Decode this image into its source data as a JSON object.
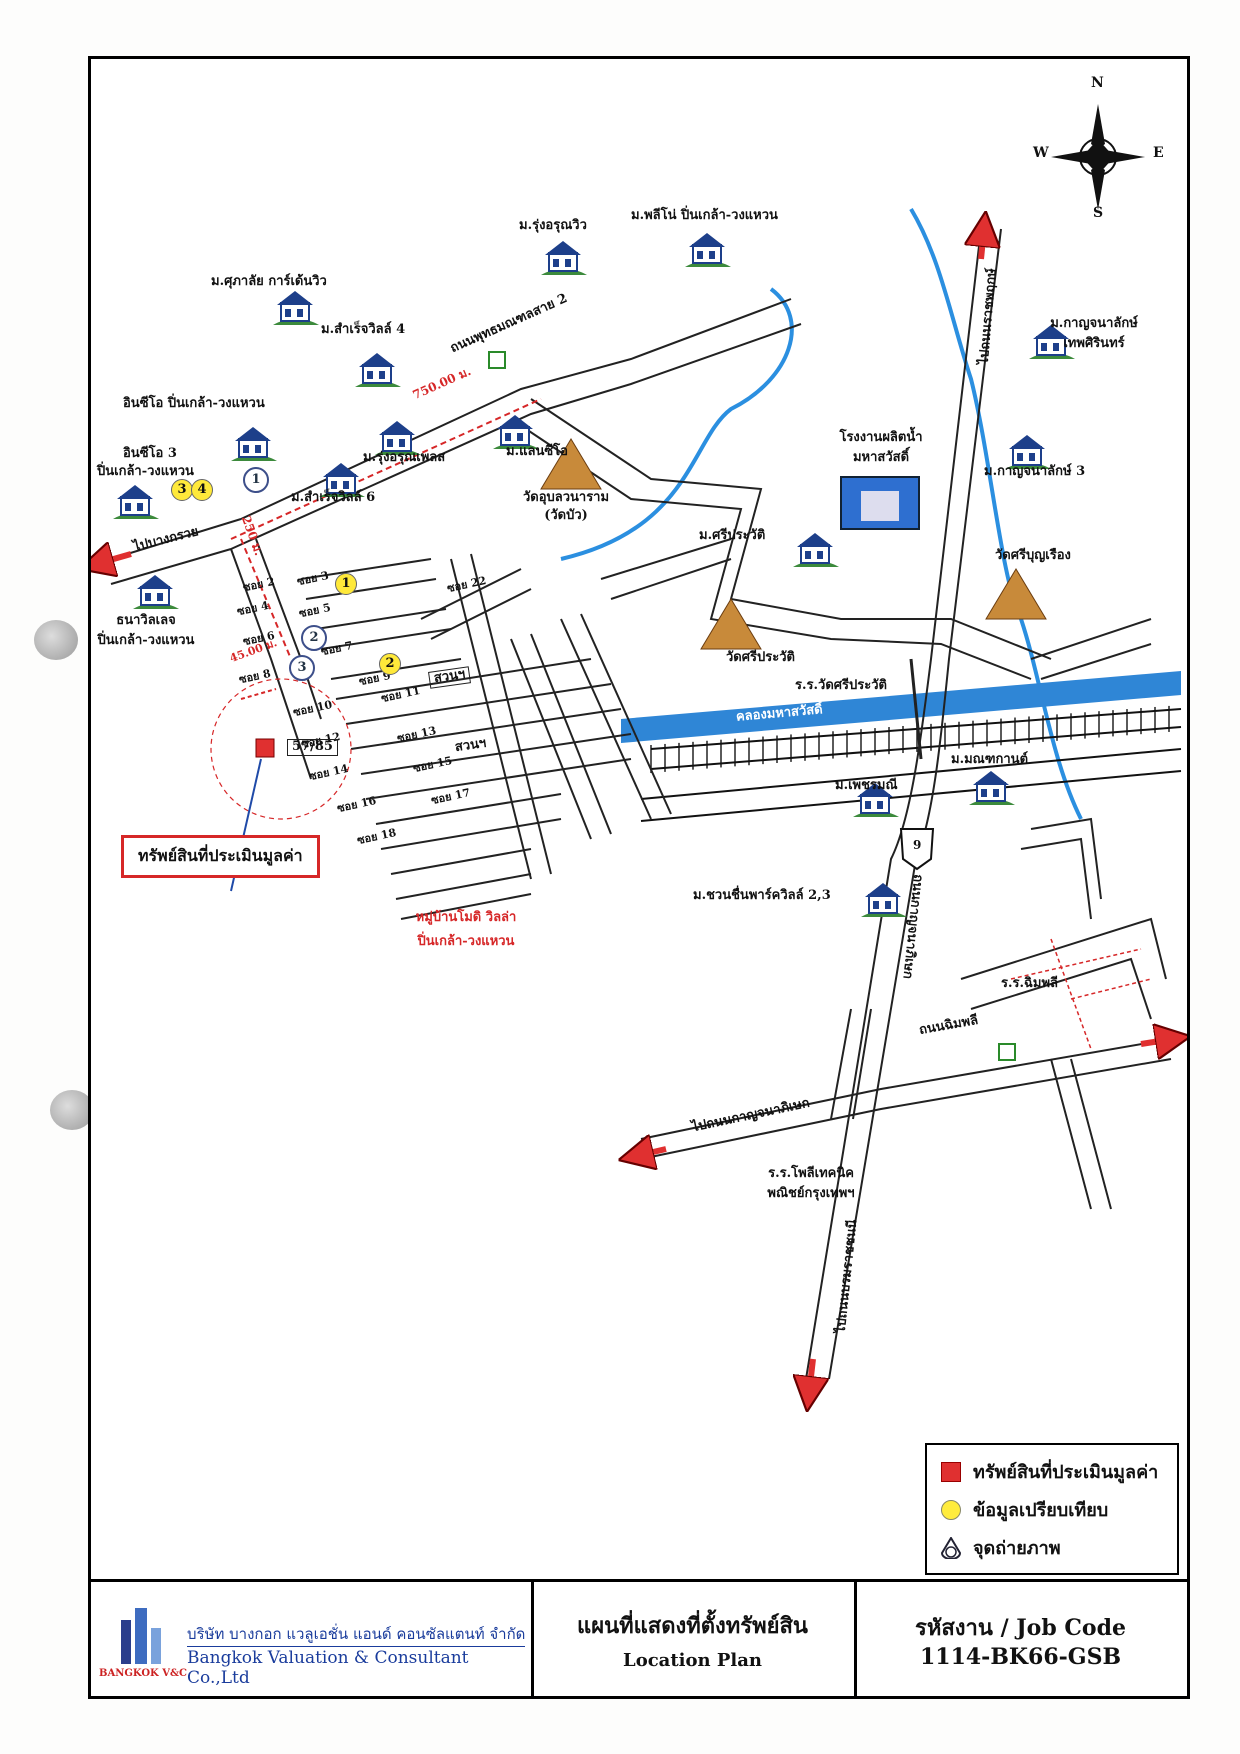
{
  "compass": {
    "n": "N",
    "s": "S",
    "e": "E",
    "w": "W"
  },
  "places": {
    "rung_arun_view": "ม.รุ่งอรุณวิว",
    "pleno": "ม.พลีโน่ ปิ่นเกล้า-วงแหวน",
    "supalai": "ม.ศุภาลัย การ์เด้นวิว",
    "samrej4": "ม.สำเร็จวิลล์ 4",
    "insiso": "อินซีโอ ปิ่นเกล้า-วงแหวน",
    "insiso3_a": "อินซีโอ 3",
    "insiso3_b": "ปิ่นเกล้า-วงแหวน",
    "rung_arun_place": "ม.รุ่งอรุณเพลส",
    "lanceo": "ม.แลนซีโอ",
    "samrej6": "ม.สำเร็จวิลล์ 6",
    "wat_ubon_a": "วัดอุบลวนาราม",
    "wat_ubon_b": "(วัดบัว)",
    "tanawilej_a": "ธนาวิลเลจ",
    "tanawilej_b": "ปิ่นเกล้า-วงแหวน",
    "kanjana_a": "ม.กาญจนาลักษ์",
    "kanjana_b": "เทพศิรินทร์",
    "kanjana3": "ม.กาญจนาลักษ์ 3",
    "factory_a": "โรงงานผลิตน้ำ",
    "factory_b": "มหาสวัสดิ์",
    "sriprawat": "ม.ศรีประวัติ",
    "wat_sriboonruang": "วัดศรีบุญเรือง",
    "wat_sriprawat": "วัดศรีประวัติ",
    "school_sriprawat": "ร.ร.วัดศรีประวัติ",
    "canal": "คลองมหาสวัสดิ์",
    "mannikan": "ม.มณฑกานต์",
    "petchmanee": "ม.เพชรมณี",
    "chuanchuen": "ม.ชวนชื่นพาร์ควิลล์ 2,3",
    "school_chimplee": "ร.ร.ฉิมพลี",
    "poly_a": "ร.ร.โพลีเทคนิค",
    "poly_b": "พณิชย์กรุงเทพฯ",
    "moji_a": "หมู่บ้านโมดิ วิลล่า",
    "moji_b": "ปิ่นเกล้า-วงแหวน",
    "to_rama5": "ไปถนนราชพฤกษ์",
    "to_bangkok": "ไปถนนกาญจนาภิเษก",
    "rd_chimplee": "ถนนฉิมพลี",
    "rd_borommaratchachonnani": "ไปถนนบรมราชชนนี"
  },
  "roads": {
    "phutthamonthon2": "ถนนพุทธมณฑลสาย 2",
    "kanchanaphisek": "ถนนกาญจนาภิเษก",
    "ratchaphruek": "ไปถนนราชพฤกษ์",
    "bangkruai": "ไปบางกรวย",
    "soi2": "ซอย 2",
    "soi3": "ซอย 3",
    "soi4": "ซอย 4",
    "soi5": "ซอย 5",
    "soi6": "ซอย 6",
    "soi7": "ซอย 7",
    "soi8": "ซอย 8",
    "soi9": "ซอย 9",
    "soi10": "ซอย 10",
    "soi11": "ซอย 11",
    "soi12": "ซอย 12",
    "soi13": "ซอย 13",
    "soi14": "ซอย 14",
    "soi15": "ซอย 15",
    "soi16": "ซอย 16",
    "soi17": "ซอย 17",
    "soi18": "ซอย 18",
    "soi22": "ซอย 22",
    "park1": "สวนฯ",
    "park2": "สวนฯ",
    "lot": "57/85",
    "dist_750": "750.00 ม.",
    "dist_250": "250 ม.",
    "dist_45": "45.00 ม.",
    "hwy": "9"
  },
  "markers": {
    "m1": "1",
    "m2": "2",
    "m3": "3",
    "y1": "1",
    "y2": "2",
    "y3": "3",
    "y4": "4"
  },
  "subject_tag": "ทรัพย์สินที่ประเมินมูลค่า",
  "legend": {
    "subject": "ทรัพย์สินที่ประเมินมูลค่า",
    "comparison": "ข้อมูลเปรียบเทียบ",
    "photo": "จุดถ่ายภาพ"
  },
  "footer": {
    "company_th": "บริษัท บางกอก แวลูเอชั่น แอนด์ คอนซัลแตนท์ จำกัด",
    "company_en": "Bangkok Valuation & Consultant Co.,Ltd",
    "logo_text": "BANGKOK V&C",
    "title_th": "แผนที่แสดงที่ตั้งทรัพย์สิน",
    "title_en": "Location Plan",
    "jobcode_label": "รหัสงาน / Job Code",
    "jobcode": "1114-BK66-GSB"
  },
  "colors": {
    "river": "#2b8fe0",
    "canal": "#2f86d6",
    "subject": "#e03030",
    "comparison": "#ffe93a",
    "route": "#d62728"
  }
}
